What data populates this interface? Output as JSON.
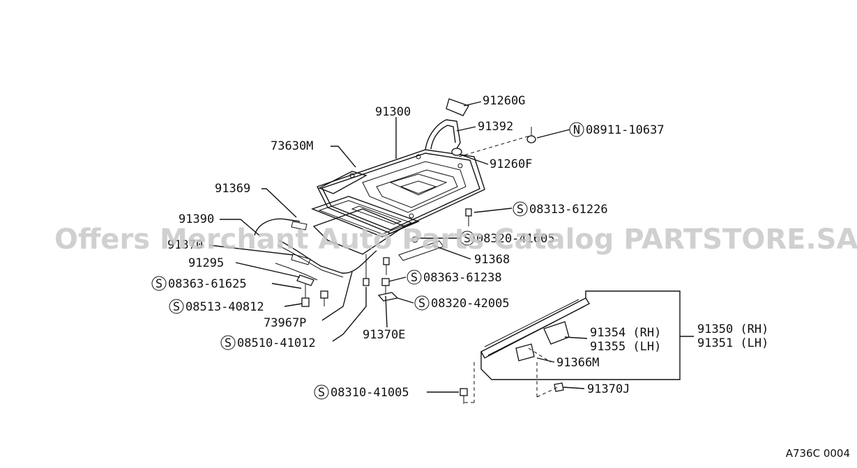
{
  "watermark": "Offers Merchant Auto Parts Catalog PARTSTORE.SA",
  "diagram_code": "A736C 0004",
  "labels": {
    "p91260G": "91260G",
    "p91300": "91300",
    "p91392": "91392",
    "p08911": "08911-10637",
    "p73630M": "73630M",
    "p91260F": "91260F",
    "p91369": "91369",
    "p08313": "08313-61226",
    "p91390": "91390",
    "p08320_41605": "08320-41605",
    "p91370": "91370",
    "p91368": "91368",
    "p91295": "91295",
    "p08363_61238": "08363-61238",
    "p08363_61625": "08363-61625",
    "p08320_42005": "08320-42005",
    "p08513": "08513-40812",
    "p91354": "91354 (RH)",
    "p91355": "91355 (LH)",
    "p91350": "91350 (RH)",
    "p91351": "91351 (LH)",
    "p73967P": "73967P",
    "p91370E": "91370E",
    "p08510": "08510-41012",
    "p91366M": "91366M",
    "p08310": "08310-41005",
    "p91370J": "91370J"
  },
  "prefix_marks": {
    "n": "N",
    "s": "S"
  }
}
